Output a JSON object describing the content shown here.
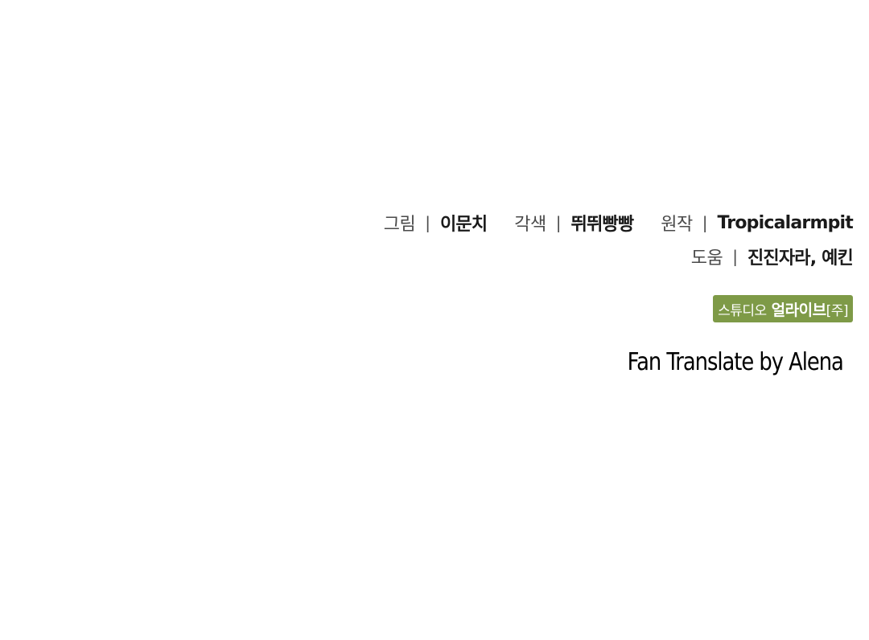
{
  "credits": {
    "row1": [
      {
        "role": "그림",
        "separator": "|",
        "name": "이문치"
      },
      {
        "role": "각색",
        "separator": "|",
        "name": "뛰뛰빵빵"
      },
      {
        "role": "원작",
        "separator": "|",
        "name": "Tropicalarmpit"
      }
    ],
    "row2": [
      {
        "role": "도움",
        "separator": "|",
        "name": "진진자라, 예킨"
      }
    ]
  },
  "studio_logo": {
    "part1": "스튜디오",
    "part2": "얼라이브",
    "part3": "[주]",
    "background_color": "#7e9a47"
  },
  "fan_credit": "Fan Translate by Alena"
}
